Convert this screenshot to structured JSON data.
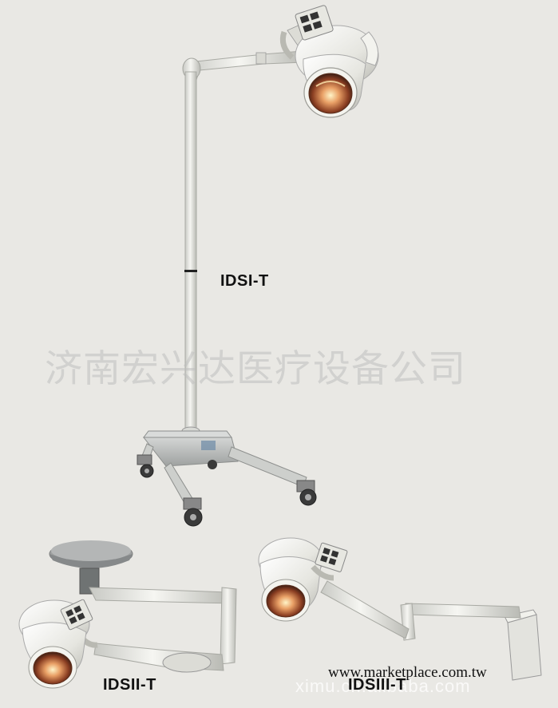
{
  "products": {
    "floor_lamp_label": "IDSI-T",
    "ceiling_lamp_label": "IDSII-T",
    "wall_lamp_label": "IDSIII-T"
  },
  "watermarks": {
    "company": "济南宏兴达医疗设备公司",
    "alibaba": "ximu.cn.alibaba.com",
    "marketplace": "www.marketplace.com.tw"
  },
  "colors": {
    "background": "#e9e8e4",
    "lamp_body": "#f1f1ec",
    "lamp_shadow": "#c9c9c2",
    "bulb_glow": "#d87a4a",
    "base_metal": "#b7b9b8"
  }
}
